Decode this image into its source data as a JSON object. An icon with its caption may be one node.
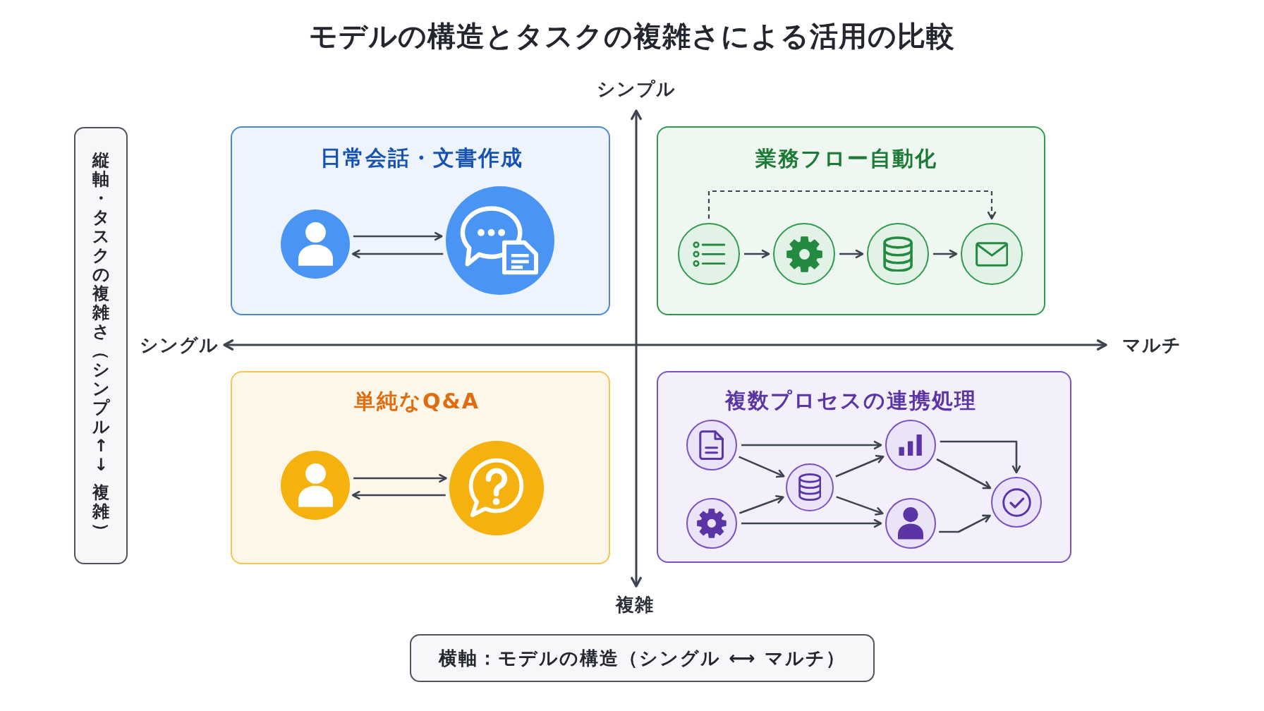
{
  "diagram": {
    "title": "モデルの構造とタスクの複雑さによる活用の比較",
    "nodes": [
      {
        "text": [
          "縦軸・タスクの複雑さ（シンプル↑↓ 複雑）"
        ]
      },
      {
        "text": [
          "日常会話・文書作成"
        ]
      },
      {
        "text": [],
        "shape": "circle",
        "in": 1
      },
      {
        "text": [],
        "shape": "circle",
        "in": 1
      },
      {
        "text": [
          "業務フロー自動化"
        ]
      },
      {
        "text": [],
        "shape": "circle",
        "in": 4
      },
      {
        "text": [],
        "shape": "circle",
        "in": 4
      },
      {
        "text": [],
        "shape": "circle",
        "in": 4
      },
      {
        "text": [],
        "shape": "circle",
        "in": 4
      },
      {
        "text": [
          "単純なQ&A"
        ]
      },
      {
        "text": [],
        "shape": "circle",
        "in": 9
      },
      {
        "text": [],
        "shape": "circle",
        "in": 9
      },
      {
        "text": [
          "複数プロセスの連携処理"
        ]
      },
      {
        "text": [],
        "shape": "circle",
        "in": 12
      },
      {
        "text": [],
        "shape": "circle",
        "in": 12
      },
      {
        "text": [],
        "shape": "circle",
        "in": 12
      },
      {
        "text": [],
        "shape": "circle",
        "in": 12
      },
      {
        "text": [],
        "shape": "circle",
        "in": 12
      },
      {
        "text": [],
        "shape": "circle",
        "in": 12
      },
      {
        "text": [
          "横軸：モデルの構造（シングル ⟷ マルチ）"
        ]
      }
    ],
    "edges": [
      {
        "from": 2,
        "to": 3,
        "arrow": "to"
      },
      {
        "from": 3,
        "to": 2,
        "arrow": "to"
      },
      {
        "from": 5,
        "to": 6,
        "arrow": "to"
      },
      {
        "from": 6,
        "to": 7,
        "arrow": "to"
      },
      {
        "from": 7,
        "to": 8,
        "arrow": "to"
      },
      {
        "from": 5,
        "to": 8,
        "arrow": "to",
        "style": "dashed"
      },
      {
        "from": 10,
        "to": 11,
        "arrow": "to"
      },
      {
        "from": 11,
        "to": 10,
        "arrow": "to"
      },
      {
        "from": 13,
        "to": 16,
        "arrow": "to"
      },
      {
        "from": 13,
        "to": 15,
        "arrow": "to"
      },
      {
        "from": 14,
        "to": 15,
        "arrow": "to"
      },
      {
        "from": 14,
        "to": 17,
        "arrow": "to"
      },
      {
        "from": 15,
        "to": 16,
        "arrow": "to"
      },
      {
        "from": 15,
        "to": 17,
        "arrow": "to"
      },
      {
        "from": 16,
        "to": 18,
        "arrow": "to"
      },
      {
        "from": 16,
        "to": 18,
        "arrow": "to"
      },
      {
        "from": 17,
        "to": 18,
        "arrow": "to"
      }
    ],
    "labels": [
      "シンプル",
      "シングル",
      "マルチ",
      "複雑"
    ]
  }
}
